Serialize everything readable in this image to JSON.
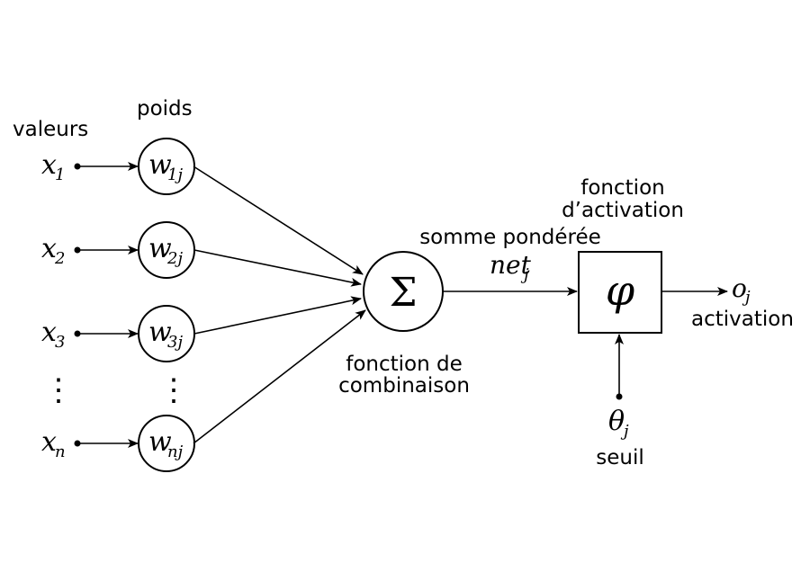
{
  "labels": {
    "values": "valeurs",
    "weights": "poids",
    "weighted_sum": "somme pondérée",
    "activation_function_line1": "fonction",
    "activation_function_line2": "d’activation",
    "combination_function_line1": "fonction de",
    "combination_function_line2": "combinaison",
    "activation": "activation",
    "threshold": "seuil"
  },
  "inputs": [
    {
      "var": "x",
      "sub": "1",
      "weight": "w",
      "weight_sub": "1j"
    },
    {
      "var": "x",
      "sub": "2",
      "weight": "w",
      "weight_sub": "2j"
    },
    {
      "var": "x",
      "sub": "3",
      "weight": "w",
      "weight_sub": "3j"
    },
    {
      "var": "x",
      "sub": "n",
      "weight": "w",
      "weight_sub": "nj"
    }
  ],
  "symbols": {
    "sum": "Σ",
    "phi": "φ",
    "net": "net",
    "net_sub": "j",
    "output": "o",
    "output_sub": "j",
    "theta": "θ",
    "theta_sub": "j",
    "vdots": "⋮"
  }
}
